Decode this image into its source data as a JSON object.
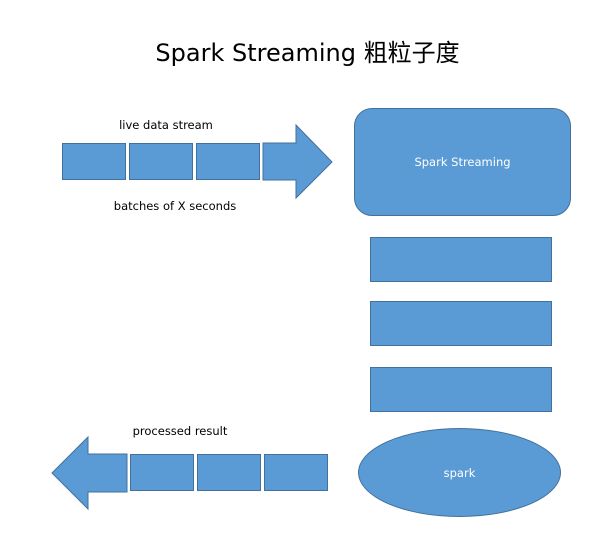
{
  "title": "Spark Streaming 粗粒子度",
  "input": {
    "top_label": "live data stream",
    "bottom_label": "batches of X seconds"
  },
  "engine": {
    "label": "Spark Streaming"
  },
  "output": {
    "label": "processed result"
  },
  "processor": {
    "label": "spark"
  },
  "colors": {
    "fill": "#5b9bd5",
    "stroke": "#41719c",
    "text_on_fill": "#ffffff"
  }
}
